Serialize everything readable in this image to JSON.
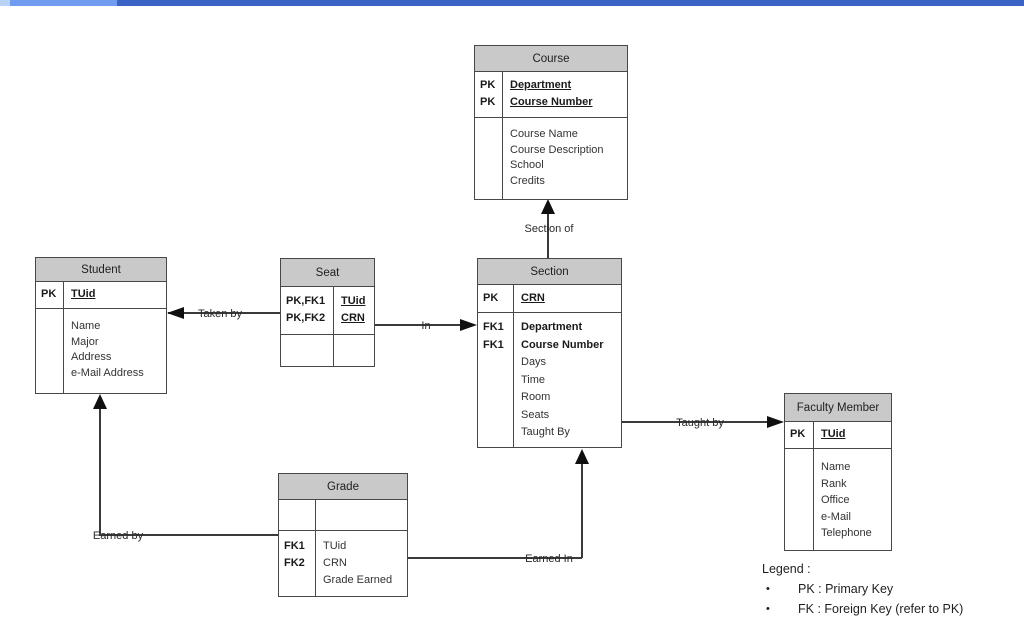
{
  "top_bar": {
    "segment_colors": [
      "#b9d3f8",
      "#6f9bf0",
      "#3a63c6"
    ]
  },
  "entities": {
    "course": {
      "title": "Course",
      "key_tags": [
        "PK",
        "PK"
      ],
      "key_names": [
        "Department",
        "Course Number"
      ],
      "attrs": [
        "Course Name",
        "Course Description",
        "School",
        "Credits"
      ]
    },
    "student": {
      "title": "Student",
      "key_tags": [
        "PK"
      ],
      "key_names": [
        "TUid"
      ],
      "attrs": [
        "Name",
        "Major",
        "Address",
        "e-Mail Address"
      ]
    },
    "seat": {
      "title": "Seat",
      "key_tags": [
        "PK,FK1",
        "PK,FK2"
      ],
      "key_names": [
        "TUid",
        "CRN"
      ]
    },
    "section": {
      "title": "Section",
      "key_tags": [
        "PK"
      ],
      "key_names": [
        "CRN"
      ],
      "attr_tags": [
        "FK1",
        "FK1"
      ],
      "attrs": [
        "Department",
        "Course Number",
        "Days",
        "Time",
        "Room",
        "Seats",
        "Taught By"
      ]
    },
    "grade": {
      "title": "Grade",
      "attr_tags": [
        "FK1",
        "FK2"
      ],
      "attrs": [
        "TUid",
        "CRN",
        "Grade Earned"
      ]
    },
    "faculty": {
      "title": "Faculty Member",
      "key_tags": [
        "PK"
      ],
      "key_names": [
        "TUid"
      ],
      "attrs": [
        "Name",
        "Rank",
        "Office",
        "e-Mail",
        "Telephone"
      ]
    }
  },
  "connectors": {
    "taken_by": "Taken by",
    "in_rel": "In",
    "section_of": "Section of",
    "taught_by": "Taught by",
    "earned_by": "Earned by",
    "earned_in": "Earned In"
  },
  "legend": {
    "title": "Legend :",
    "bullet": "•",
    "items": [
      "PK : Primary Key",
      "FK : Foreign Key (refer to PK)"
    ]
  }
}
